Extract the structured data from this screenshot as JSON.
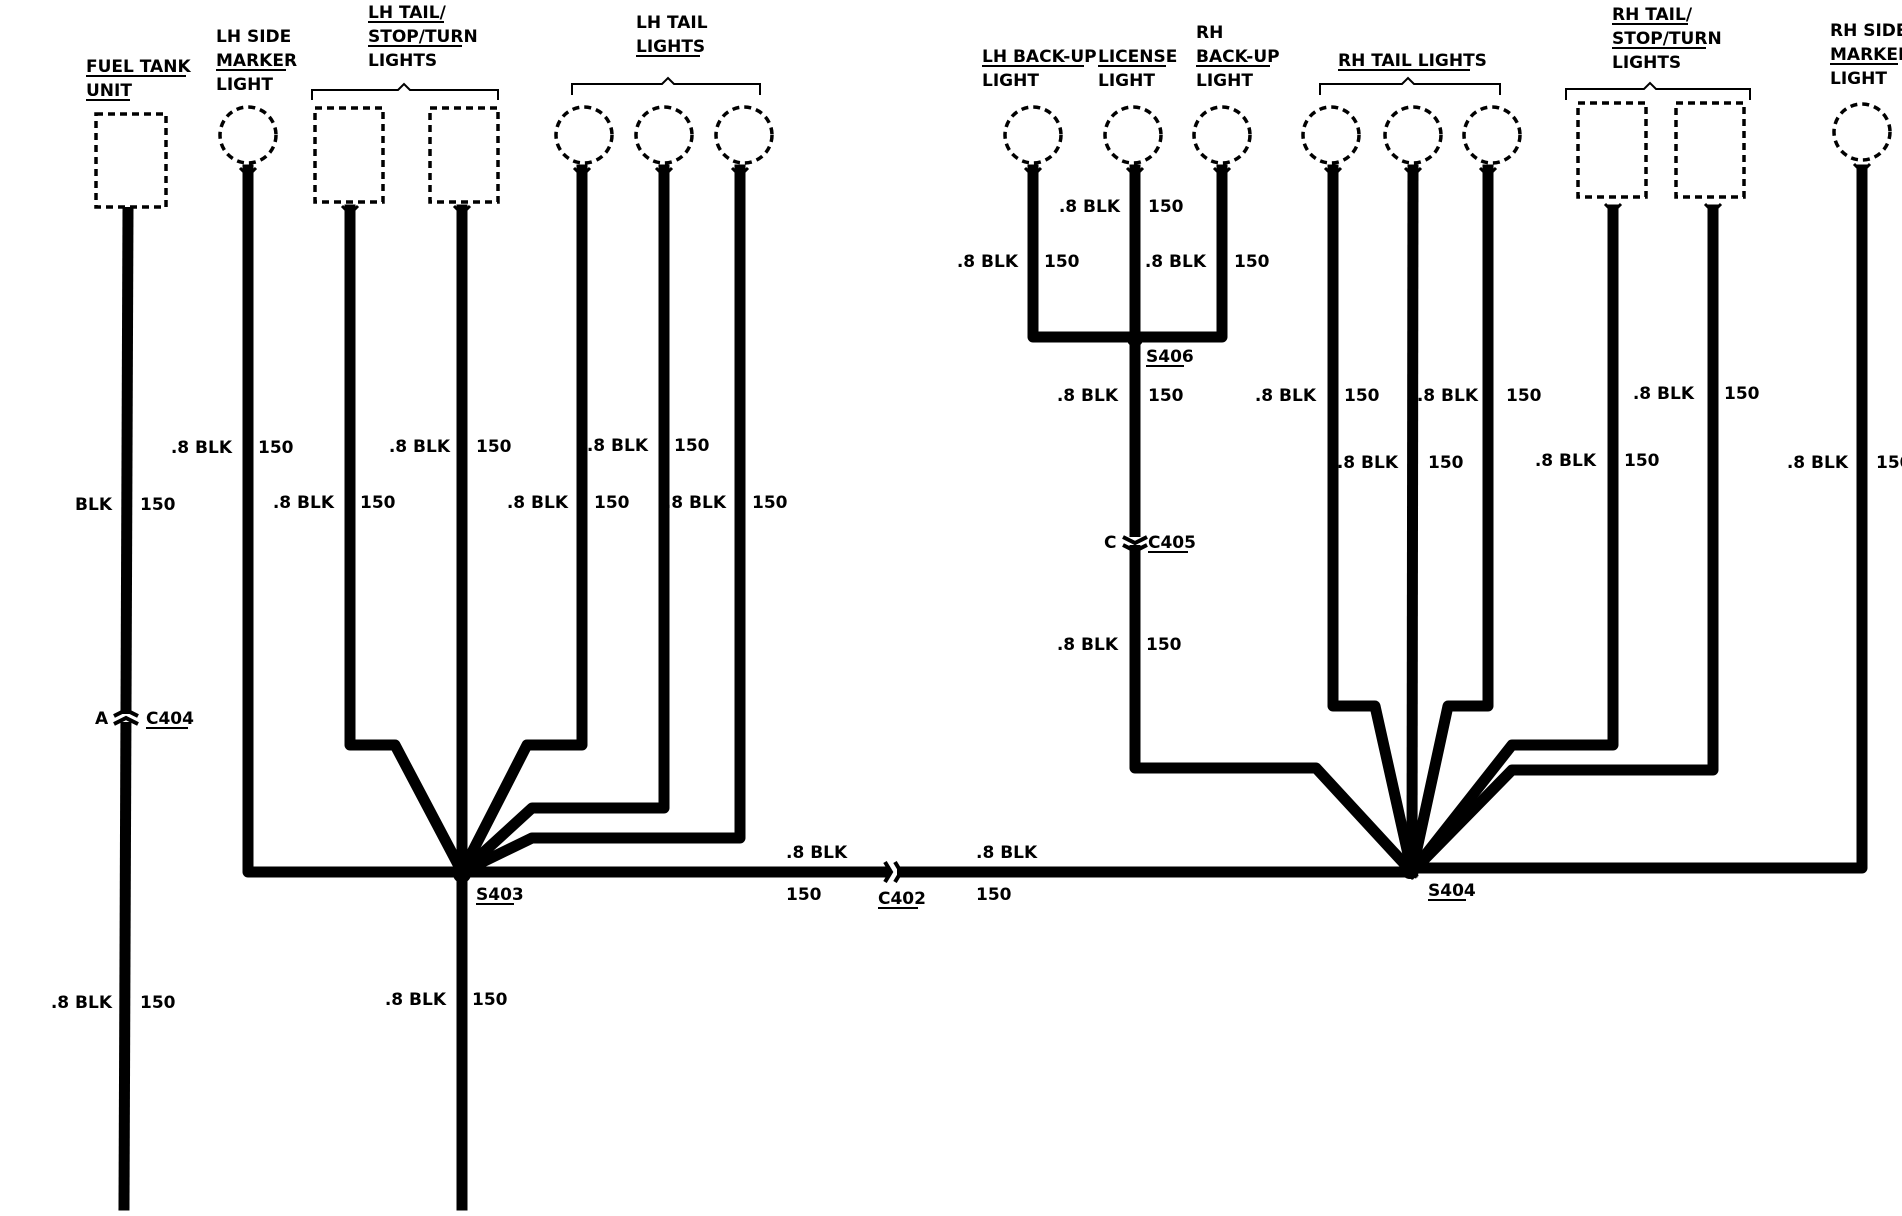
{
  "components": {
    "fuel_tank_unit": [
      "FUEL TANK",
      "UNIT"
    ],
    "lh_side_marker": [
      "LH SIDE",
      "MARKER",
      "LIGHT"
    ],
    "lh_tail_stop_turn": [
      "LH TAIL/",
      "STOP/TURN",
      "LIGHTS"
    ],
    "lh_tail_lights": [
      "LH TAIL",
      "LIGHTS"
    ],
    "lh_backup_light": [
      "LH BACK-UP",
      "LIGHT"
    ],
    "license_light": [
      "LICENSE",
      "LIGHT"
    ],
    "rh_backup_light": [
      "RH",
      "BACK-UP",
      "LIGHT"
    ],
    "rh_tail_lights": [
      "RH TAIL LIGHTS"
    ],
    "rh_tail_stop_turn": [
      "RH TAIL/",
      "STOP/TURN",
      "LIGHTS"
    ],
    "rh_side_marker": [
      "RH SIDE",
      "MARKER",
      "LIGHT"
    ]
  },
  "wire": {
    "color_08": ".8 BLK",
    "color_full": "BLK",
    "circuit": "150"
  },
  "connectors": {
    "c404": "C404",
    "c404_pin": "A",
    "c405": "C405",
    "c405_pin": "C",
    "c402": "C402"
  },
  "splices": {
    "s403": "S403",
    "s404": "S404",
    "s406": "S406"
  }
}
